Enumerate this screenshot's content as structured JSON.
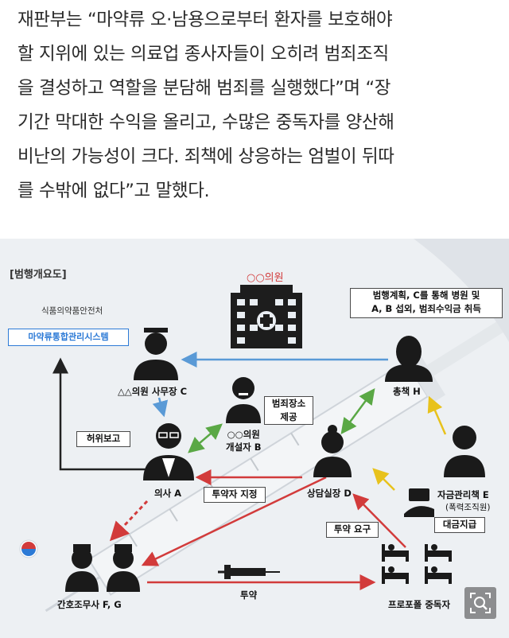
{
  "article": {
    "lines": [
      "재판부는 “마약류 오·남용으로부터 환자를 보호해야",
      "할 지위에 있는 의료업 종사자들이 오히려 범죄조직",
      "을 결성하고 역할을 분담해 범죄를 실행했다”며 “장",
      "기간 막대한 수익을 올리고, 수많은 중독자를 양산해",
      "비난의 가능성이 크다. 죄책에 상응하는 엄벌이 뒤따",
      "를 수밖에 없다”고 말했다."
    ]
  },
  "diagram": {
    "title": "[범행개요도]",
    "agency": "식품의약품안전처",
    "system": "마약류통합관리시스템",
    "hospital": "○○의원",
    "boss_note": [
      "범행계획, C를 통해 병원 및",
      "A, B 섭외, 범죄수익금 취득"
    ],
    "actors": {
      "c": "△△의원 사무장 C",
      "b": [
        "○○의원",
        "개설자 B"
      ],
      "b_note": [
        "범죄장소",
        "제공"
      ],
      "h": "총책 H",
      "a": "의사 A",
      "d": "상담실장 D",
      "e": "자금관리책 E",
      "e_sub": "(폭력조직원)",
      "fg": "간호조무사 F, G",
      "patients": "프로포폴 중독자"
    },
    "edges": {
      "false_report": "허위보고",
      "designate": "투약자 지정",
      "request": "투약 요구",
      "payment": "대금지급",
      "administer": "투약"
    }
  }
}
